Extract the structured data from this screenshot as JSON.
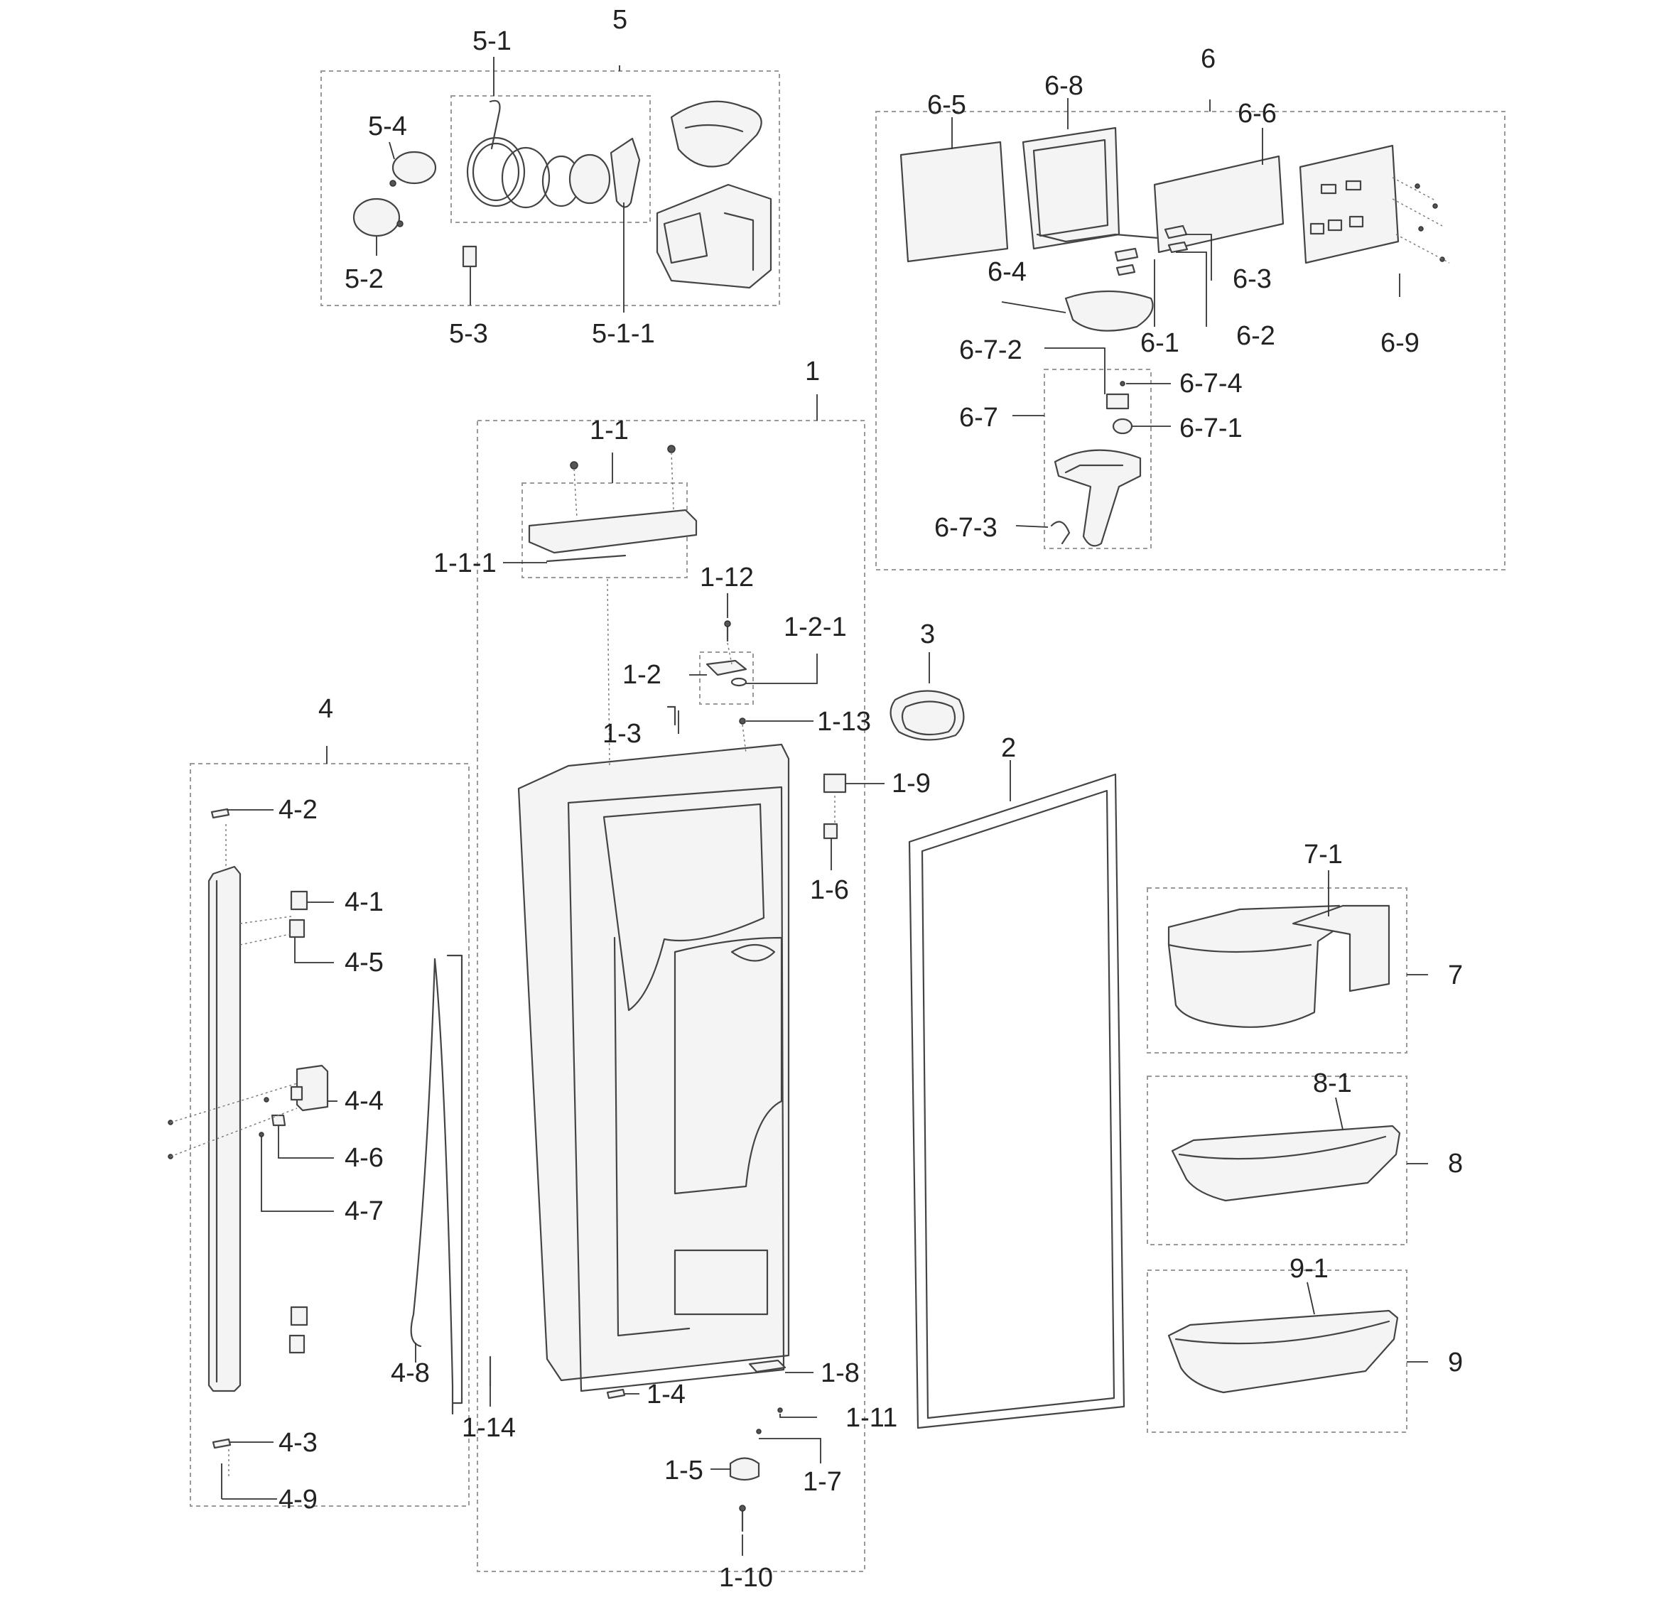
{
  "labels": {
    "l1": "1",
    "l1_1": "1-1",
    "l1_1_1": "1-1-1",
    "l1_2": "1-2",
    "l1_2_1": "1-2-1",
    "l1_3": "1-3",
    "l1_4": "1-4",
    "l1_5": "1-5",
    "l1_6": "1-6",
    "l1_7": "1-7",
    "l1_8": "1-8",
    "l1_9": "1-9",
    "l1_10": "1-10",
    "l1_11": "1-11",
    "l1_12": "1-12",
    "l1_13": "1-13",
    "l1_14": "1-14",
    "l2": "2",
    "l3": "3",
    "l4": "4",
    "l4_1": "4-1",
    "l4_2": "4-2",
    "l4_3": "4-3",
    "l4_4": "4-4",
    "l4_5": "4-5",
    "l4_6": "4-6",
    "l4_7": "4-7",
    "l4_8": "4-8",
    "l4_9": "4-9",
    "l5": "5",
    "l5_1": "5-1",
    "l5_1_1": "5-1-1",
    "l5_2": "5-2",
    "l5_3": "5-3",
    "l5_4": "5-4",
    "l6": "6",
    "l6_1": "6-1",
    "l6_2": "6-2",
    "l6_3": "6-3",
    "l6_4": "6-4",
    "l6_5": "6-5",
    "l6_6": "6-6",
    "l6_7": "6-7",
    "l6_7_1": "6-7-1",
    "l6_7_2": "6-7-2",
    "l6_7_3": "6-7-3",
    "l6_7_4": "6-7-4",
    "l6_8": "6-8",
    "l6_9": "6-9",
    "l7": "7",
    "l7_1": "7-1",
    "l8": "8",
    "l8_1": "8-1",
    "l9": "9",
    "l9_1": "9-1"
  }
}
